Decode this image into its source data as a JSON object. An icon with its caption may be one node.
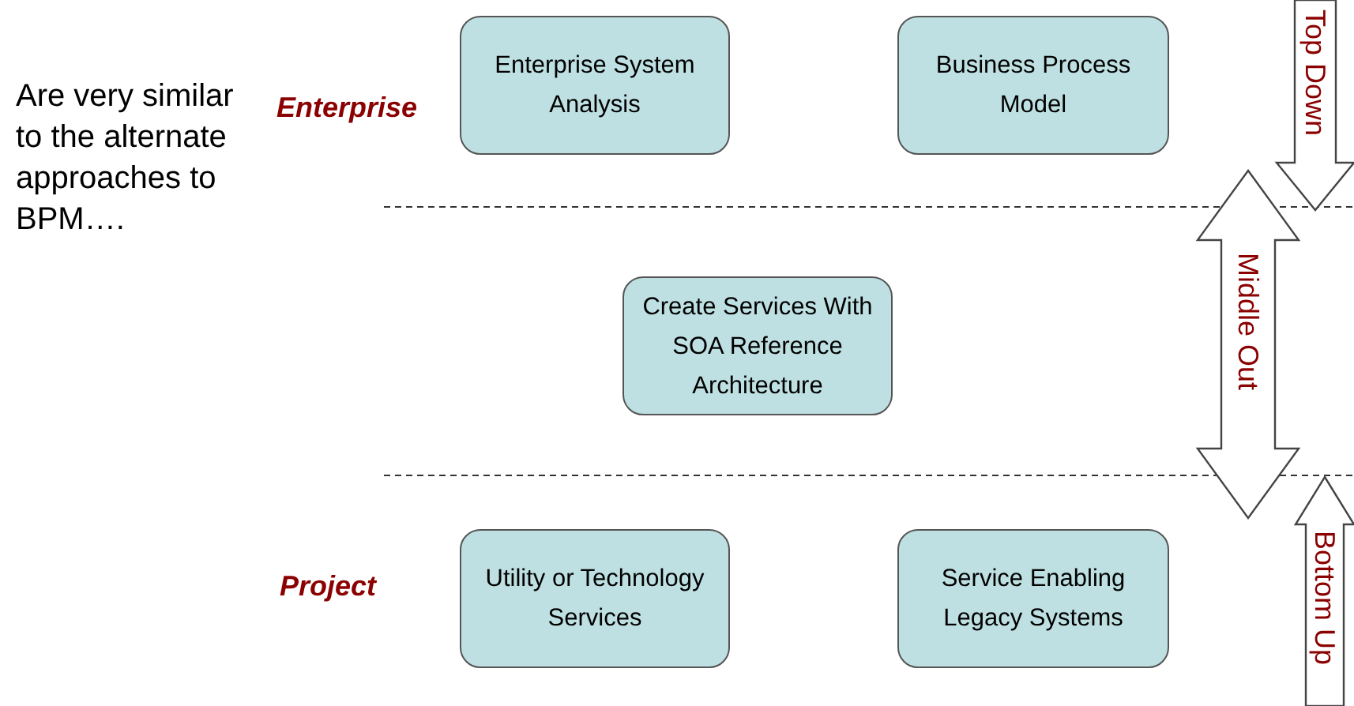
{
  "diagram": {
    "nodes": [
      {
        "text": [
          "Enterprise System Analysis"
        ]
      },
      {
        "text": [
          "Business Process Model"
        ]
      },
      {
        "text": [
          "Create Services With SOA Reference Architecture"
        ]
      },
      {
        "text": [
          "Utility or Technology Services"
        ]
      },
      {
        "text": [
          "Service Enabling Legacy Systems"
        ]
      },
      {
        "text": [
          "Top Down"
        ]
      },
      {
        "text": [
          "Middle Out"
        ]
      },
      {
        "text": [
          "Bottom Up"
        ]
      }
    ],
    "edges": [],
    "labels": [
      "Are very similar to the alternate approaches to BPM….",
      "Enterprise",
      "Project"
    ]
  }
}
